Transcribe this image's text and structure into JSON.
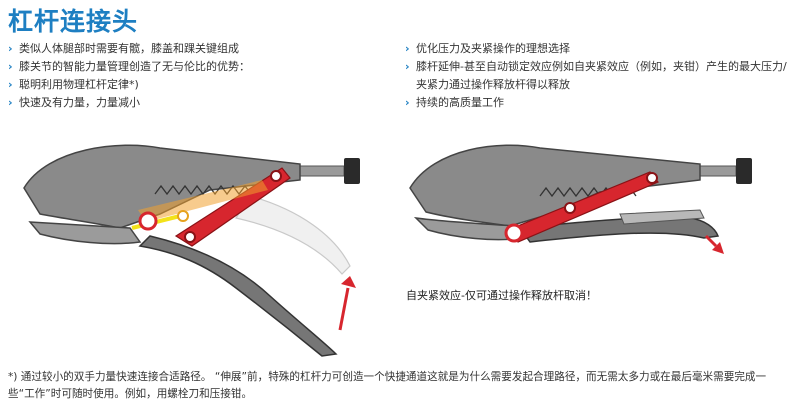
{
  "title": "杠杆连接头",
  "left_bullets": [
    "类似人体腿部时需要有髋，膝盖和踝关键组成",
    "膝关节的智能力量管理创造了无与伦比的优势：",
    "聪明利用物理杠杆定律*)",
    "快速及有力量，力量减小"
  ],
  "right_bullets": [
    "优化压力及夹紧操作的理想选择",
    "膝杆延伸-甚至自动锁定效应例如自夹紧效应（例如，夹钳）产生的最大压力/夹紧力通过操作释放杆得以释放",
    "持续的高质量工作"
  ],
  "bullet_glyph": "›",
  "caption": "自夹紧效应-仅可通过操作释放杆取消！",
  "footnote": "*) 通过较小的双手力量快速连接合适路径。 “伸展”前，特殊的杠杆力可创造一个快捷通道这就是为什么需要发起合理路径，而无需太多力或在最后毫米需要完成一些“工作”时可随时使用。例如，用螺栓刀和压接钳。",
  "colors": {
    "accent": "#1e7fc2",
    "red": "#d7262e",
    "orange": "#f0a030",
    "yellow": "#f3e21a",
    "tool_gray": "#6e6e6e"
  },
  "icons": [
    "chevron-right-icon",
    "arrow-up-icon",
    "arrow-down-icon"
  ]
}
